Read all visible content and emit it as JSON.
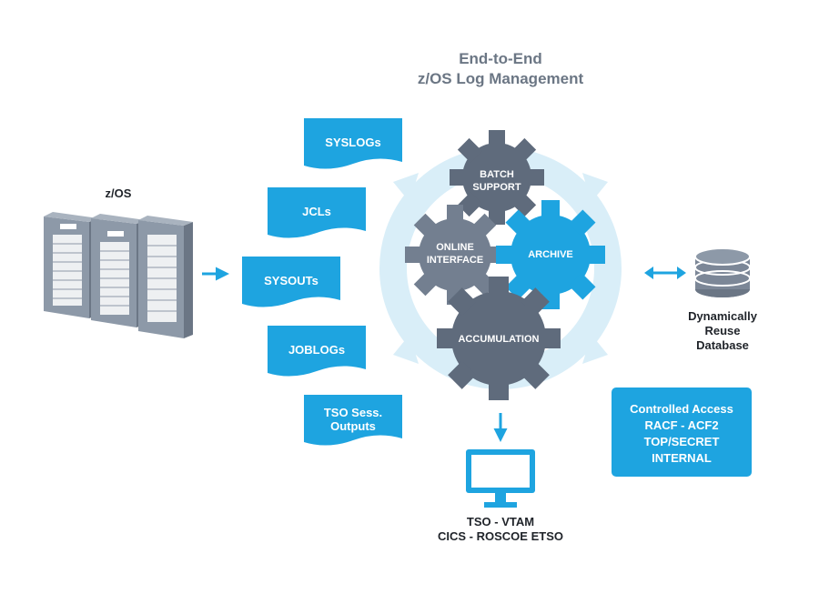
{
  "title": {
    "line1": "End-to-End",
    "line2": "z/OS Log Management"
  },
  "source": {
    "label": "z/OS",
    "icon": "server-rack-icon"
  },
  "documents": [
    {
      "id": "syslogs",
      "label": "SYSLOGs"
    },
    {
      "id": "jcls",
      "label": "JCLs"
    },
    {
      "id": "sysouts",
      "label": "SYSOUTs"
    },
    {
      "id": "joblogs",
      "label": "JOBLOGs"
    },
    {
      "id": "tso",
      "label_line1": "TSO Sess.",
      "label_line2": "Outputs"
    }
  ],
  "gears": {
    "batch": {
      "line1": "BATCH",
      "line2": "SUPPORT"
    },
    "online": {
      "line1": "ONLINE",
      "line2": "INTERFACE"
    },
    "archive": {
      "line1": "ARCHIVE"
    },
    "accumulation": {
      "line1": "ACCUMULATION"
    }
  },
  "database": {
    "line1": "Dynamically",
    "line2": "Reuse",
    "line3": "Database",
    "icon": "database-icon"
  },
  "monitor": {
    "line1": "TSO - VTAM",
    "line2": "CICS - ROSCOE ETSO",
    "icon": "monitor-icon"
  },
  "access": {
    "line1": "Controlled Access",
    "line2": "RACF  - ACF2",
    "line3": "TOP/SECRET",
    "line4": "INTERNAL"
  },
  "colors": {
    "accent_blue": "#1ea4e0",
    "gear_dark": "#5f6b7c",
    "gear_mid": "#737f90",
    "ring_light": "#d9eef8",
    "title_gray": "#6b7684"
  }
}
